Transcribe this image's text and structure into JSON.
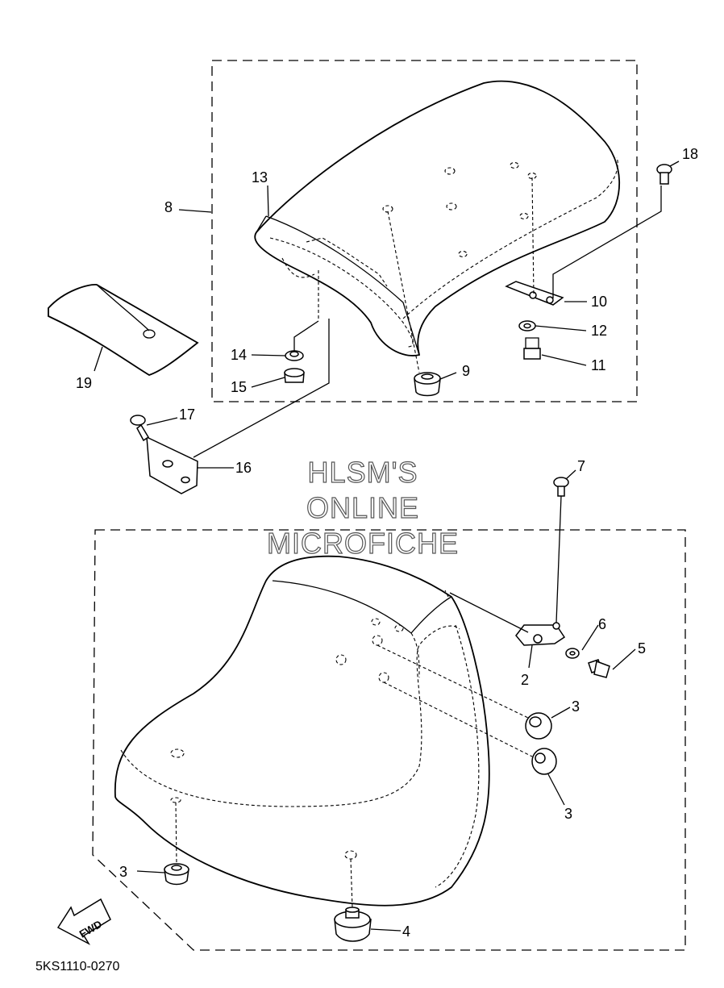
{
  "diagram_code": "5KS1110-0270",
  "watermark": {
    "line1": "HLSM'S",
    "line2": "ONLINE",
    "line3": "MICROFICHE"
  },
  "forward_arrow": "FWD",
  "callouts": {
    "c1": "8",
    "c2": "13",
    "c3": "18",
    "c4": "10",
    "c5": "12",
    "c6": "11",
    "c7": "9",
    "c8": "14",
    "c9": "15",
    "c10": "19",
    "c11": "17",
    "c12": "16",
    "c13": "7",
    "c14": "6",
    "c15": "5",
    "c16": "2",
    "c17": "3",
    "c18": "3",
    "c19": "3",
    "c20": "4"
  }
}
